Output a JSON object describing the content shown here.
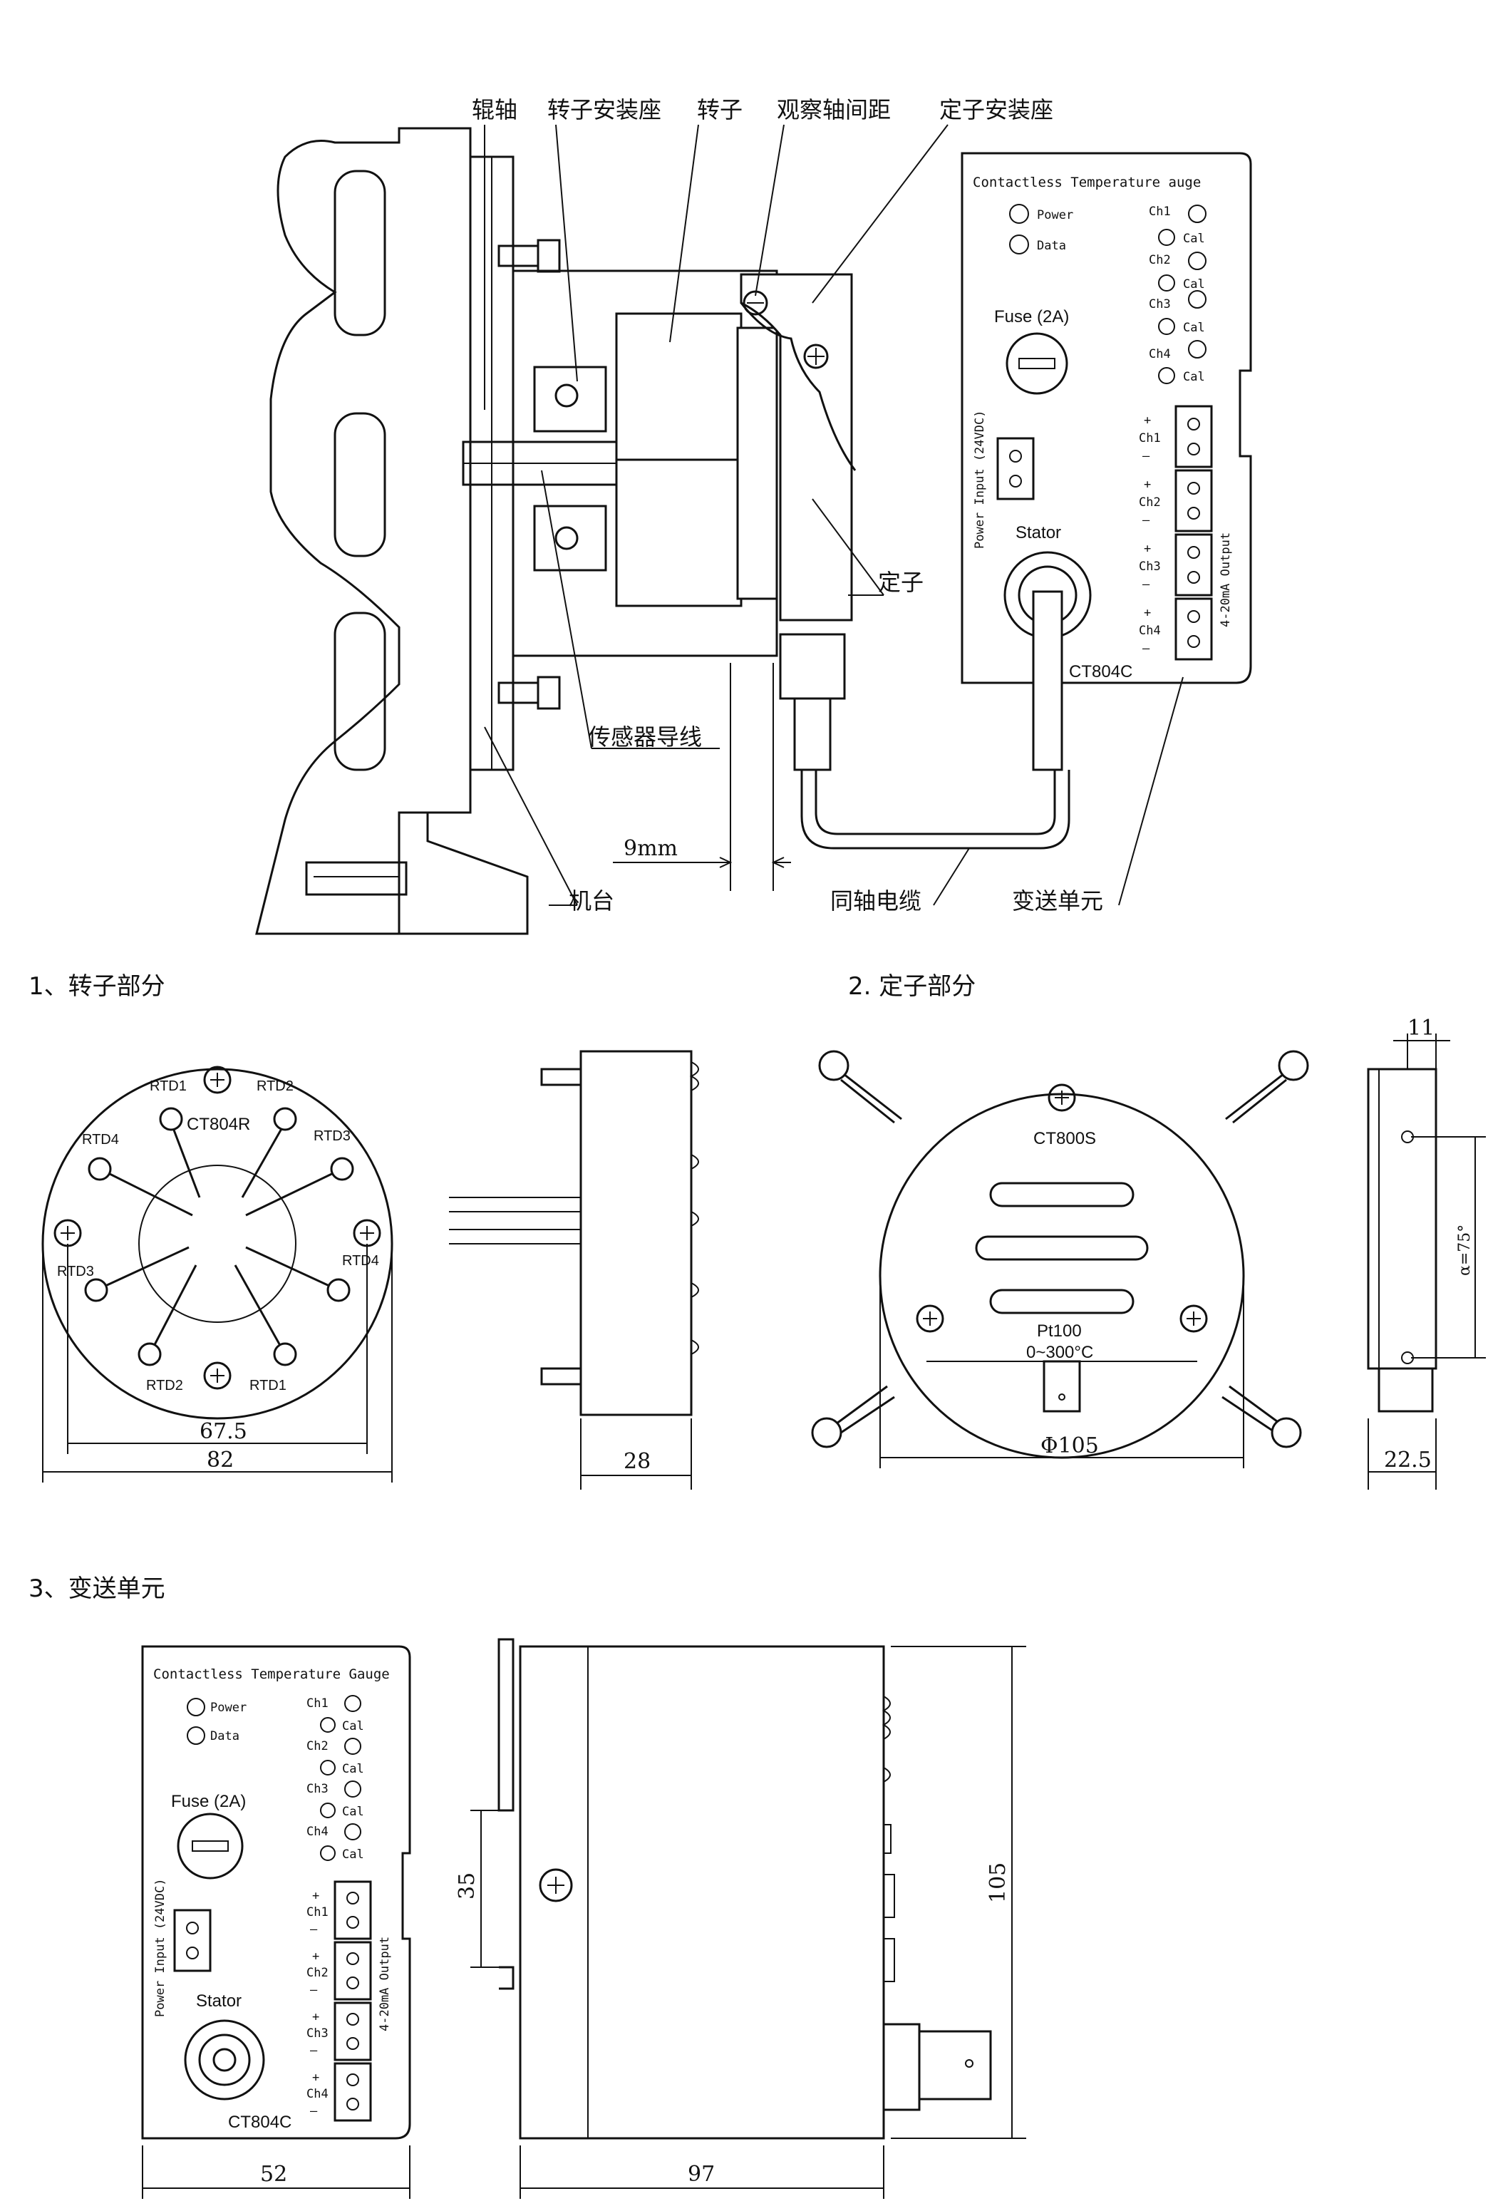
{
  "top_assembly": {
    "labels": {
      "roller_shaft": "辊轴",
      "rotor_mount": "转子安装座",
      "rotor": "转子",
      "observe_gap": "观察轴间距",
      "stator_mount": "定子安装座",
      "stator": "定子",
      "sensor_lead": "传感器导线",
      "machine_base": "机台",
      "coax_cable": "同轴电缆",
      "transmitter": "变送单元",
      "gap_dim": "9mm"
    }
  },
  "transmitter_panel": {
    "title_top": "Contactless Temperature  auge",
    "title_bottom": "Contactless Temperature Gauge",
    "power": "Power",
    "data": "Data",
    "fuse": "Fuse (2A)",
    "power_input": "Power Input (24VDC)",
    "stator": "Stator",
    "model": "CT804C",
    "output": "4-20mA Output",
    "channels": [
      "Ch1",
      "Ch2",
      "Ch3",
      "Ch4"
    ],
    "cal": "Cal",
    "plus": "+",
    "minus": "—"
  },
  "sections": {
    "rotor": "1、转子部分",
    "stator": "2. 定子部分",
    "transmitter": "3、变送单元"
  },
  "rotor_part": {
    "model": "CT804R",
    "rtd_labels": [
      "RTD1",
      "RTD2",
      "RTD3",
      "RTD4",
      "RTD3",
      "RTD2",
      "RTD1",
      "RTD4"
    ],
    "dim_inner": "67.5",
    "dim_outer": "82",
    "dim_side": "28"
  },
  "stator_part": {
    "model": "CT800S",
    "sensor": "Pt100",
    "range": "0~300°C",
    "dim_diameter": "Φ105",
    "dim_top": "11",
    "dim_angle": "α=75°",
    "dim_bottom": "22.5"
  },
  "transmitter_part": {
    "dim_width": "52",
    "dim_depth": "97",
    "dim_height": "105",
    "dim_rail": "35"
  }
}
